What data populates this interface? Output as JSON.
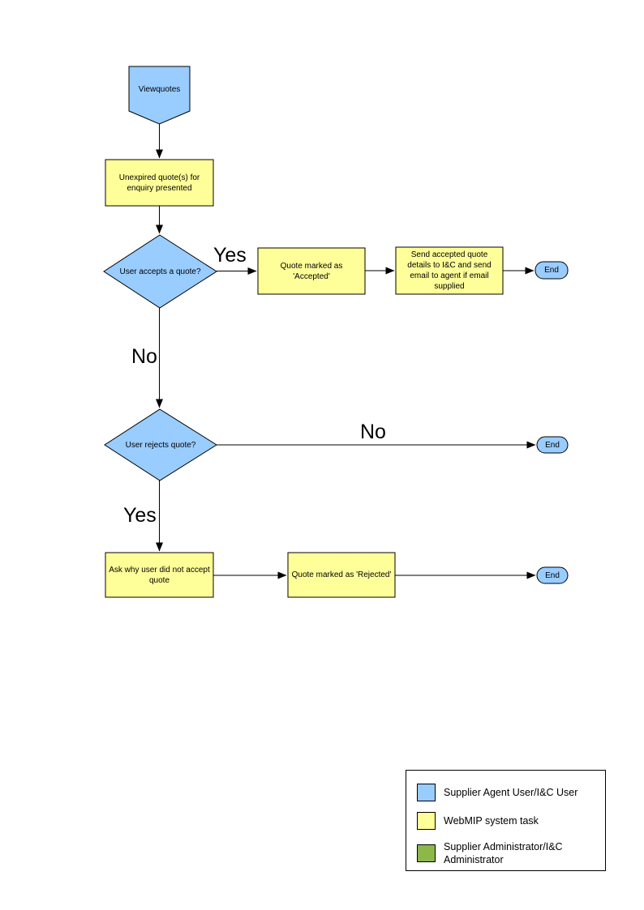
{
  "diagram": {
    "type": "flowchart",
    "nodes": [
      {
        "id": "viewquotes",
        "type": "start-pentagon",
        "color": "#99CCFF",
        "label": "Viewquotes"
      },
      {
        "id": "unexpired",
        "type": "process",
        "color": "#FFFF99",
        "label": "Unexpired quote(s) for enquiry presented"
      },
      {
        "id": "accepts",
        "type": "decision",
        "color": "#99CCFF",
        "label": "User accepts a quote?"
      },
      {
        "id": "accepted",
        "type": "process",
        "color": "#FFFF99",
        "label": "Quote  marked as 'Accepted'"
      },
      {
        "id": "send_details",
        "type": "process",
        "color": "#FFFF99",
        "label": "Send accepted quote details to I&C and send email to agent if email supplied"
      },
      {
        "id": "end1",
        "type": "terminator",
        "color": "#99CCFF",
        "label": "End"
      },
      {
        "id": "rejects",
        "type": "decision",
        "color": "#99CCFF",
        "label": "User rejects quote?"
      },
      {
        "id": "end2",
        "type": "terminator",
        "color": "#99CCFF",
        "label": "End"
      },
      {
        "id": "ask_why",
        "type": "process",
        "color": "#FFFF99",
        "label": "Ask why user did not accept quote"
      },
      {
        "id": "rejected",
        "type": "process",
        "color": "#FFFF99",
        "label": "Quote  marked as 'Rejected'"
      },
      {
        "id": "end3",
        "type": "terminator",
        "color": "#99CCFF",
        "label": "End"
      }
    ],
    "edges": [
      {
        "from": "viewquotes",
        "to": "unexpired",
        "label": ""
      },
      {
        "from": "unexpired",
        "to": "accepts",
        "label": ""
      },
      {
        "from": "accepts",
        "to": "accepted",
        "label": "Yes"
      },
      {
        "from": "accepted",
        "to": "send_details",
        "label": ""
      },
      {
        "from": "send_details",
        "to": "end1",
        "label": ""
      },
      {
        "from": "accepts",
        "to": "rejects",
        "label": "No"
      },
      {
        "from": "rejects",
        "to": "end2",
        "label": "No"
      },
      {
        "from": "rejects",
        "to": "ask_why",
        "label": "Yes"
      },
      {
        "from": "ask_why",
        "to": "rejected",
        "label": ""
      },
      {
        "from": "rejected",
        "to": "end3",
        "label": ""
      }
    ],
    "colors": {
      "user_task": "#99CCFF",
      "system_task": "#FFFF99",
      "admin_task": "#8CB84A",
      "line": "#000000"
    },
    "legend": {
      "items": [
        {
          "color": "#99CCFF",
          "label": "Supplier Agent User/I&C User"
        },
        {
          "color": "#FFFF99",
          "label": "WebMIP system task"
        },
        {
          "color": "#8CB84A",
          "label": "Supplier Administrator/I&C Administrator"
        }
      ]
    }
  }
}
